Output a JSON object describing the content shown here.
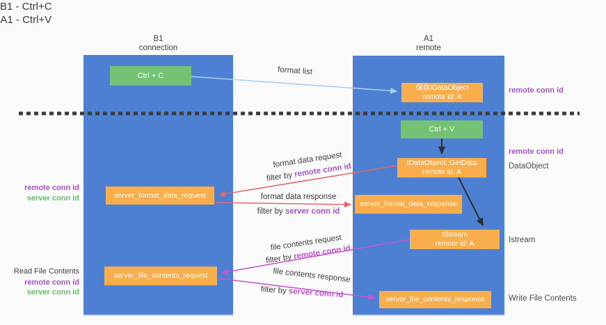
{
  "title": {
    "line1": "B1 - Ctrl+C",
    "line2": "A1 - Ctrl+V"
  },
  "lanes": {
    "left": {
      "title_line1": "B1",
      "title_line2": "connection"
    },
    "right": {
      "title_line1": "A1",
      "title_line2": "remote"
    }
  },
  "nodes": {
    "ctrl_c": {
      "label": "Ctrl + C"
    },
    "saved_idataobject": {
      "line1": "保存IDataObject",
      "line2": "remote id: A"
    },
    "ctrl_v": {
      "label": "Ctrl + V"
    },
    "idataobject_getdata": {
      "line1": "IDataObject::GetData",
      "line2": "remote id: A"
    },
    "server_format_data_request": {
      "label": "server_format_data_request"
    },
    "server_format_data_response": {
      "label": "server_format_data_response"
    },
    "istream": {
      "line1": "IStream",
      "line2": "remote id: A"
    },
    "server_file_contents_request": {
      "label": "server_file_contents_request"
    },
    "server_file_contents_response": {
      "label": "server_file_contents_response"
    }
  },
  "edge_labels": {
    "format_list": "format list",
    "format_data_request": "format data request",
    "format_data_response": "format data response",
    "file_contents_request": "file contents request",
    "file_contents_response": "file contents response",
    "filter_by": "filter by ",
    "remote_conn_id": "remote conn id",
    "server_conn_id": "server conn id"
  },
  "side_labels": {
    "left_format": {
      "remote_conn_id": "remote conn id",
      "server_conn_id": "server conn id"
    },
    "left_file": {
      "read_file_contents": "Read File Contents",
      "remote_conn_id": "remote conn id",
      "server_conn_id": "server conn id"
    },
    "right": {
      "remote_conn_id_top": "remote conn id",
      "remote_conn_id_mid": "remote conn id",
      "dataobject": "DataObject",
      "istream": "Istream",
      "write_file_contents": "Write File Contents"
    }
  },
  "colors": {
    "background": "#fafafa",
    "lane_blue": "#4d7fd3",
    "node_orange": "#f9ae4b",
    "node_green": "#74c375",
    "arrow_red": "#e06a6a",
    "arrow_magenta": "#c558d0",
    "arrow_lightblue": "#a9d0ef",
    "arrow_black": "#2f2f2f",
    "text_purple": "#a855cb",
    "text_magenta": "#c44fd2",
    "text_green": "#6abd6e",
    "text_dark": "#3d3d3d",
    "dashed_line": "#3b3b3b"
  }
}
